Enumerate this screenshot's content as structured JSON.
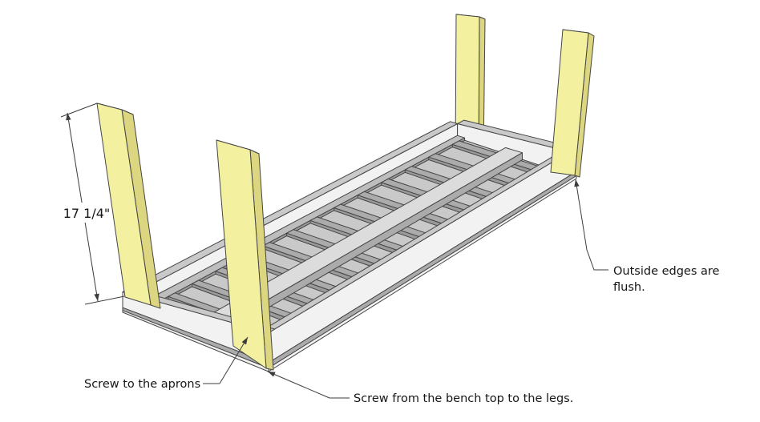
{
  "diagram": {
    "background": "#FFFFFF",
    "annotations": {
      "leg_height_dimension": "17 1/4\"",
      "aprons_note": "Screw to the aprons",
      "bench_top_note": "Screw from the bench top to the legs.",
      "flush_note_line1": "Outside edges are",
      "flush_note_line2": "flush."
    },
    "colors": {
      "leg_face": "#F3F1A0",
      "leg_side": "#DBD67F",
      "leg_top": "#D8D47A",
      "wood_white": "#F2F2F2",
      "wood_light": "#DCDCDC",
      "wood_mid": "#C9C9C9",
      "wood_ledger": "#BDBDBD",
      "wood_gray": "#ABABAB",
      "wood_dark": "#9A9A9A",
      "outline": "#454545",
      "annotation_line": "#3C3C3C",
      "text": "#161616"
    }
  }
}
